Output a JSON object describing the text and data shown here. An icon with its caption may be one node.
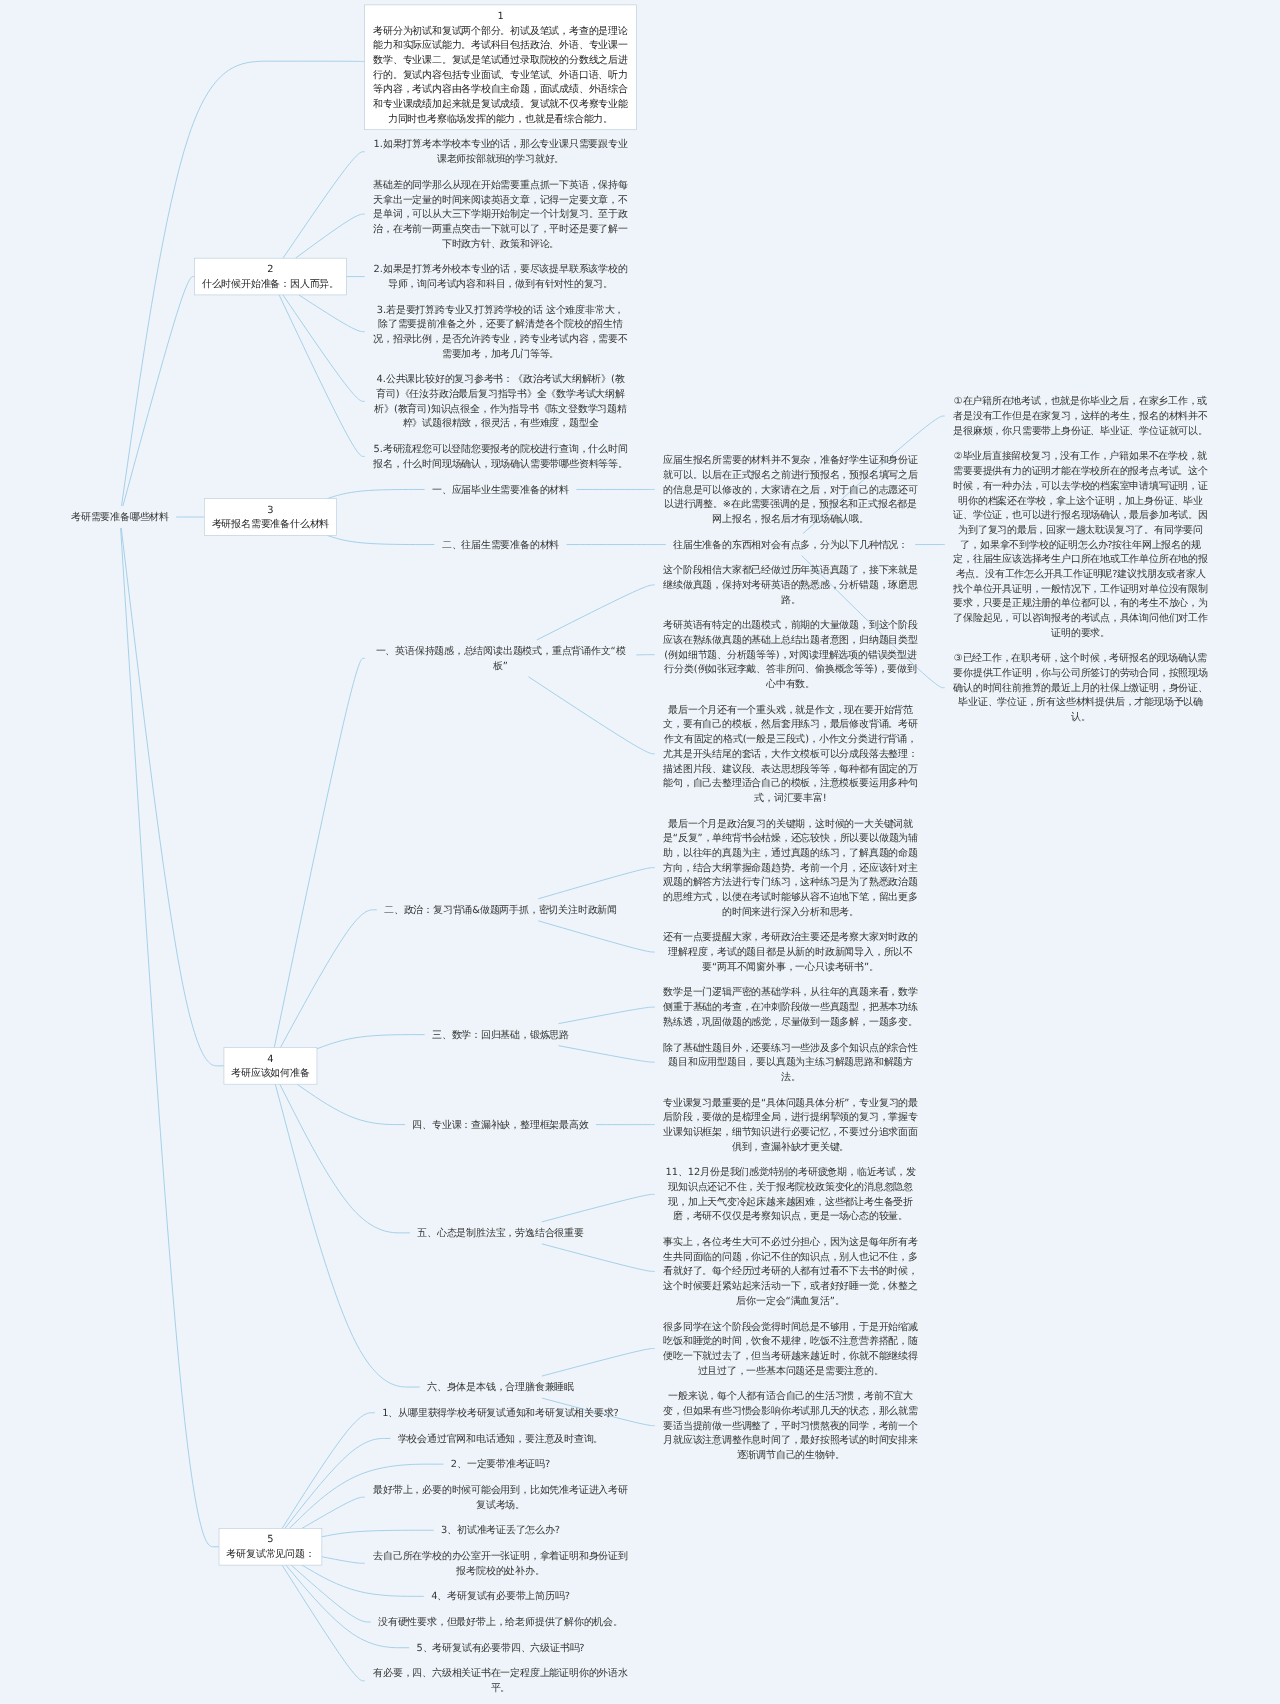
{
  "diagram": {
    "nodes": [
      {
        "text": [
          "考研需要准备哪些材料"
        ]
      },
      {
        "text": [
          "1",
          "考研分为初试和复试两个部分。初试及笔试，考查的是理论能力和实际应试能力。考试科目包括政治、外语、专业课一数学、专业课二。复试是笔试通过录取院校的分数线之后进行的。复试内容包括专业面试、专业笔试、外语口语、听力等内容，考试内容由各学校自主命题，面试成绩、外语综合和专业课成绩加起来就是复试成绩。复试就不仅考察专业能力同时也考察临场发挥的能力，也就是看综合能力。"
        ]
      },
      {
        "text": [
          "2",
          "什么时候开始准备：因人而异。"
        ]
      },
      {
        "text": [
          "1.如果打算考本学校本专业的话，那么专业课只需要跟专业课老师按部就班的学习就好。"
        ]
      },
      {
        "text": [
          "基础差的同学那么从现在开始需要重点抓一下英语，保持每天拿出一定量的时间来阅读英语文章，记得一定要文章，不是单词，可以从大三下学期开始制定一个计划复习。至于政治，在考前一两重点突击一下就可以了，平时还是要了解一下时政方针、政策和评论。"
        ]
      },
      {
        "text": [
          "2.如果是打算考外校本专业的话，要尽该提早联系该学校的导师，询问考试内容和科目，做到有针对性的复习。"
        ]
      },
      {
        "text": [
          "3.若是要打算跨专业又打算跨学校的话 这个难度非常大，除了需要提前准备之外，还要了解清楚各个院校的招生情况，招录比例，是否允许跨专业，跨专业考试内容，需要不需要加考，加考几门等等。"
        ]
      },
      {
        "text": [
          "4.公共课比较好的复习参考书：《政治考试大纲解析》(教育司)《任汝芬政治最后复习指导书》全《数学考试大纲解析》(教育司)知识点很全，作为指导书《陈文登数学习题精粹》试题很精致，很灵活，有些难度，题型全"
        ]
      },
      {
        "text": [
          "5.考研流程您可以登陆您要报考的院校进行查询，什么时间报名，什么时间现场确认，现场确认需要带哪些资料等等。"
        ]
      },
      {
        "text": [
          "3",
          "考研报名需要准备什么材料"
        ]
      },
      {
        "text": [
          "一、应届毕业生需要准备的材料"
        ]
      },
      {
        "text": [
          "应届生报名所需要的材料并不复杂，准备好学生证和身份证就可以。以后在正式报名之前进行预报名，预报名填写之后的信息是可以修改的，大家请在之后，对于自己的志愿还可以进行调整。※在此需要强调的是，预报名和正式报名都是网上报名，报名后才有现场确认哦。"
        ]
      },
      {
        "text": [
          "二、往届生需要准备的材料"
        ]
      },
      {
        "text": [
          "往届生准备的东西相对会有点多，分为以下几种情况："
        ]
      },
      {
        "text": [
          "①在户籍所在地考试，也就是你毕业之后，在家乡工作，或者是没有工作但是在家复习，这样的考生，报名的材料并不是很麻烦，你只需要带上身份证、毕业证、学位证就可以。"
        ]
      },
      {
        "text": [
          "②毕业后直接留校复习，没有工作，户籍如果不在学校，就需要要提供有力的证明才能在学校所在的报考点考试。这个时候，有一种办法，可以去学校的档案室申请填写证明，证明你的档案还在学校，拿上这个证明，加上身份证、毕业证、学位证，也可以进行报名现场确认，最后参加考试。因为到了复习的最后，回家一趟太耽误复习了。有同学要问了，如果拿不到学校的证明怎么办?按往年网上报名的规定，往届生应该选择考生户口所在地或工作单位所在地的报考点。没有工作怎么开具工作证明呢?建议找朋友或者家人找个单位开具证明，一般情况下，工作证明对单位没有限制要求，只要是正规注册的单位都可以，有的考生不放心，为了保险起见，可以咨询报考的考试点，具体询问他们对工作证明的要求。"
        ]
      },
      {
        "text": [
          "③已经工作，在职考研，这个时候，考研报名的现场确认需要你提供工作证明，你与公司所签订的劳动合同，按照现场确认的时间往前推算的最近上月的社保上缴证明，身份证、毕业证、学位证，所有这些材料提供后，才能现场予以确认。"
        ]
      },
      {
        "text": [
          "4",
          "考研应该如何准备"
        ]
      },
      {
        "text": [
          "一、英语保持题感，总结阅读出题模式，重点背诵作文“模板”"
        ]
      },
      {
        "text": [
          "这个阶段相信大家都已经做过历年英语真题了，接下来就是继续做真题，保持对考研英语的熟悉感，分析错题，琢磨思路。"
        ]
      },
      {
        "text": [
          "考研英语有特定的出题模式，前期的大量做题，到这个阶段应该在熟练做真题的基础上总结出题者意图，归纳题目类型(例如细节题、分析题等等)，对阅读理解选项的错误类型进行分类(例如张冠李戴、答非所问、偷换概念等等)，要做到心中有数。"
        ]
      },
      {
        "text": [
          "最后一个月还有一个重头戏，就是作文，现在要开始背范文，要有自己的模板，然后套用练习，最后修改背诵。考研作文有固定的格式(一般是三段式)，小作文分类进行背诵，尤其是开头结尾的套话，大作文模板可以分成段落去整理：描述图片段、建议段、表达思想段等等，每种都有固定的万能句，自己去整理适合自己的模板，注意模板要运用多种句式，词汇要丰富!"
        ]
      },
      {
        "text": [
          "二、政治：复习背诵&做题两手抓，密切关注时政新闻"
        ]
      },
      {
        "text": [
          "最后一个月是政治复习的关键期，这时候的一大关键词就是“反复”，单纯背书会枯燥，还忘较快，所以要以做题为辅助，以往年的真题为主，通过真题的练习，了解真题的命题方向，结合大纲掌握命题趋势。考前一个月，还应该针对主观题的解答方法进行专门练习，这种练习是为了熟悉政治题的思维方式，以便在考试时能够从容不迫地下笔，留出更多的时间来进行深入分析和思考。"
        ]
      },
      {
        "text": [
          "还有一点要提醒大家，考研政治主要还是考察大家对时政的理解程度，考试的题目都是从新的时政新闻导入，所以不要“两耳不闻窗外事，一心只读考研书”。"
        ]
      },
      {
        "text": [
          "三、数学：回归基础，锻炼思路"
        ]
      },
      {
        "text": [
          "数学是一门逻辑严密的基础学科，从往年的真题来看，数学侧重于基础的考查，在冲刺阶段做一些真题型，把基本功练熟练透，巩固做题的感觉，尽量做到一题多解，一题多变。"
        ]
      },
      {
        "text": [
          "除了基础性题目外，还要练习一些涉及多个知识点的综合性题目和应用型题目，要以真题为主练习解题思路和解题方法。"
        ]
      },
      {
        "text": [
          "四、专业课：查漏补缺，整理框架最高效"
        ]
      },
      {
        "text": [
          "专业课复习最重要的是“具体问题具体分析”，专业复习的最后阶段，要做的是梳理全局，进行提纲挈领的复习，掌握专业课知识框架，细节知识进行必要记忆，不要过分追求面面俱到，查漏补缺才更关键。"
        ]
      },
      {
        "text": [
          "五、心态是制胜法宝，劳逸结合很重要"
        ]
      },
      {
        "text": [
          "11、12月份是我们感觉特别的考研疲惫期，临近考试，发现知识点还记不住，关于报考院校政策变化的消息忽隐忽现，加上天气变冷起床越来越困难，这些都让考生备受折磨，考研不仅仅是考察知识点，更是一场心态的较量。"
        ]
      },
      {
        "text": [
          "事实上，各位考生大可不必过分担心，因为这是每年所有考生共同面临的问题，你记不住的知识点，别人也记不住，多看就好了。每个经历过考研的人都有过看不下去书的时候，这个时候要赶紧站起来活动一下，或者好好睡一觉，休整之后你一定会“满血复活”。"
        ]
      },
      {
        "text": [
          "六、身体是本钱，合理膳食兼睡眠"
        ]
      },
      {
        "text": [
          "很多同学在这个阶段会觉得时间总是不够用，于是开始缩减吃饭和睡觉的时间，饮食不规律，吃饭不注意营养搭配，随便吃一下就过去了，但当考研越来越近时，你就不能继续得过且过了，一些基本问题还是需要注意的。"
        ]
      },
      {
        "text": [
          "一般来说，每个人都有适合自己的生活习惯，考前不宜大变，但如果有些习惯会影响你考试那几天的状态，那么就需要适当提前做一些调整了，平时习惯熬夜的同学，考前一个月就应该注意调整作息时间了，最好按照考试的时间安排来逐渐调节自己的生物钟。"
        ]
      },
      {
        "text": [
          "5",
          "考研复试常见问题："
        ]
      },
      {
        "text": [
          "1、从哪里获得学校考研复试通知和考研复试相关要求?"
        ]
      },
      {
        "text": [
          "学校会通过官网和电话通知，要注意及时查询。"
        ]
      },
      {
        "text": [
          "2、一定要带准考证吗?"
        ]
      },
      {
        "text": [
          "最好带上，必要的时候可能会用到，比如凭准考证进入考研复试考场。"
        ]
      },
      {
        "text": [
          "3、初试准考证丢了怎么办?"
        ]
      },
      {
        "text": [
          "去自己所在学校的办公室开一张证明，拿着证明和身份证到报考院校的处补办。"
        ]
      },
      {
        "text": [
          "4、考研复试有必要带上简历吗?"
        ]
      },
      {
        "text": [
          "没有硬性要求，但最好带上，给老师提供了解你的机会。"
        ]
      },
      {
        "text": [
          "5、考研复试有必要带四、六级证书吗?"
        ]
      },
      {
        "text": [
          "有必要，四、六级相关证书在一定程度上能证明你的外语水平。"
        ]
      }
    ],
    "edges": [
      {
        "from": 0,
        "to": 1,
        "arrow": "none"
      },
      {
        "from": 0,
        "to": 2,
        "arrow": "none"
      },
      {
        "from": 2,
        "to": 3,
        "arrow": "none"
      },
      {
        "from": 2,
        "to": 4,
        "arrow": "none"
      },
      {
        "from": 2,
        "to": 5,
        "arrow": "none"
      },
      {
        "from": 2,
        "to": 6,
        "arrow": "none"
      },
      {
        "from": 2,
        "to": 7,
        "arrow": "none"
      },
      {
        "from": 2,
        "to": 8,
        "arrow": "none"
      },
      {
        "from": 0,
        "to": 9,
        "arrow": "none"
      },
      {
        "from": 9,
        "to": 10,
        "arrow": "none"
      },
      {
        "from": 10,
        "to": 11,
        "arrow": "none"
      },
      {
        "from": 9,
        "to": 12,
        "arrow": "none"
      },
      {
        "from": 12,
        "to": 13,
        "arrow": "none"
      },
      {
        "from": 13,
        "to": 14,
        "arrow": "none"
      },
      {
        "from": 13,
        "to": 15,
        "arrow": "none"
      },
      {
        "from": 13,
        "to": 16,
        "arrow": "none"
      },
      {
        "from": 0,
        "to": 17,
        "arrow": "none"
      },
      {
        "from": 17,
        "to": 18,
        "arrow": "none"
      },
      {
        "from": 18,
        "to": 19,
        "arrow": "none"
      },
      {
        "from": 18,
        "to": 20,
        "arrow": "none"
      },
      {
        "from": 18,
        "to": 21,
        "arrow": "none"
      },
      {
        "from": 17,
        "to": 22,
        "arrow": "none"
      },
      {
        "from": 22,
        "to": 23,
        "arrow": "none"
      },
      {
        "from": 22,
        "to": 24,
        "arrow": "none"
      },
      {
        "from": 17,
        "to": 25,
        "arrow": "none"
      },
      {
        "from": 25,
        "to": 26,
        "arrow": "none"
      },
      {
        "from": 25,
        "to": 27,
        "arrow": "none"
      },
      {
        "from": 17,
        "to": 28,
        "arrow": "none"
      },
      {
        "from": 28,
        "to": 29,
        "arrow": "none"
      },
      {
        "from": 17,
        "to": 30,
        "arrow": "none"
      },
      {
        "from": 30,
        "to": 31,
        "arrow": "none"
      },
      {
        "from": 30,
        "to": 32,
        "arrow": "none"
      },
      {
        "from": 17,
        "to": 33,
        "arrow": "none"
      },
      {
        "from": 33,
        "to": 34,
        "arrow": "none"
      },
      {
        "from": 33,
        "to": 35,
        "arrow": "none"
      },
      {
        "from": 0,
        "to": 36,
        "arrow": "none"
      },
      {
        "from": 36,
        "to": 37,
        "arrow": "none"
      },
      {
        "from": 36,
        "to": 38,
        "arrow": "none"
      },
      {
        "from": 36,
        "to": 39,
        "arrow": "none"
      },
      {
        "from": 36,
        "to": 40,
        "arrow": "none"
      },
      {
        "from": 36,
        "to": 41,
        "arrow": "none"
      },
      {
        "from": 36,
        "to": 42,
        "arrow": "none"
      },
      {
        "from": 36,
        "to": 43,
        "arrow": "none"
      },
      {
        "from": 36,
        "to": 44,
        "arrow": "none"
      },
      {
        "from": 36,
        "to": 45,
        "arrow": "none"
      },
      {
        "from": 36,
        "to": 46,
        "arrow": "none"
      }
    ]
  }
}
